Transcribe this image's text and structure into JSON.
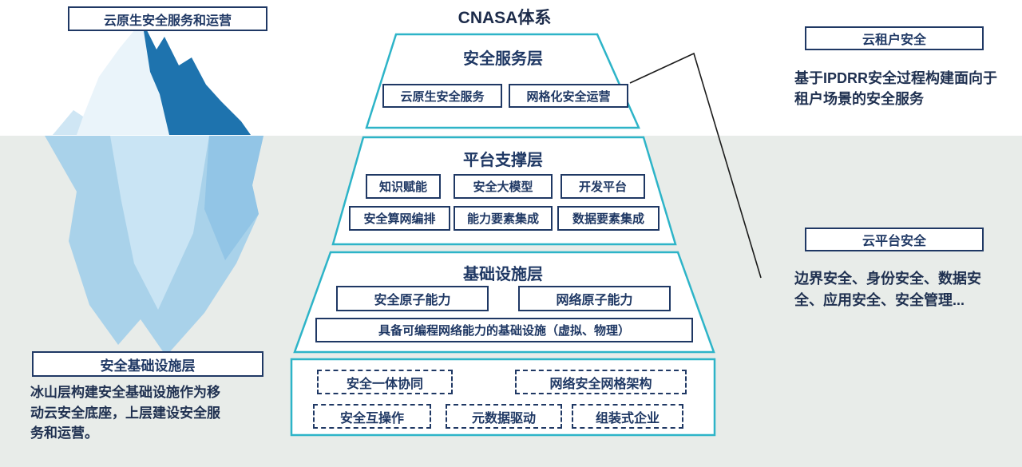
{
  "title": "CNASA体系",
  "iceberg": {
    "top_label": "云原生安全服务和运营",
    "bottom_label": "安全基础设施层",
    "caption": "冰山层构建安全基础设施作为移动云安全底座，上层建设安全服务和运营。"
  },
  "pyramid": {
    "layers": [
      {
        "name": "安全服务层",
        "boxes": [
          "云原生安全服务",
          "网格化安全运营"
        ]
      },
      {
        "name": "平台支撑层",
        "row1": [
          "知识赋能",
          "安全大模型",
          "开发平台"
        ],
        "row2": [
          "安全算网编排",
          "能力要素集成",
          "数据要素集成"
        ]
      },
      {
        "name": "基础设施层",
        "boxes": [
          "安全原子能力",
          "网络原子能力"
        ],
        "wide_box": "具备可编程网络能力的基础设施（虚拟、物理）"
      }
    ],
    "foundation": {
      "row1": [
        "安全一体协同",
        "网络安全网格架构"
      ],
      "row2": [
        "安全互操作",
        "元数据驱动",
        "组装式企业"
      ]
    }
  },
  "right": {
    "tenant_label": "云租户安全",
    "tenant_desc": "基于IPDRR安全过程构建面向于租户场景的安全服务",
    "platform_label": "云平台安全",
    "platform_desc": "边界安全、身份安全、数据安全、应用安全、安全管理..."
  },
  "colors": {
    "navy": "#1f3864",
    "cyan": "#2db4c8",
    "water_background": "#e8ece9",
    "iceberg_dark": "#1e73ae",
    "iceberg_light": "#aad2ea"
  }
}
